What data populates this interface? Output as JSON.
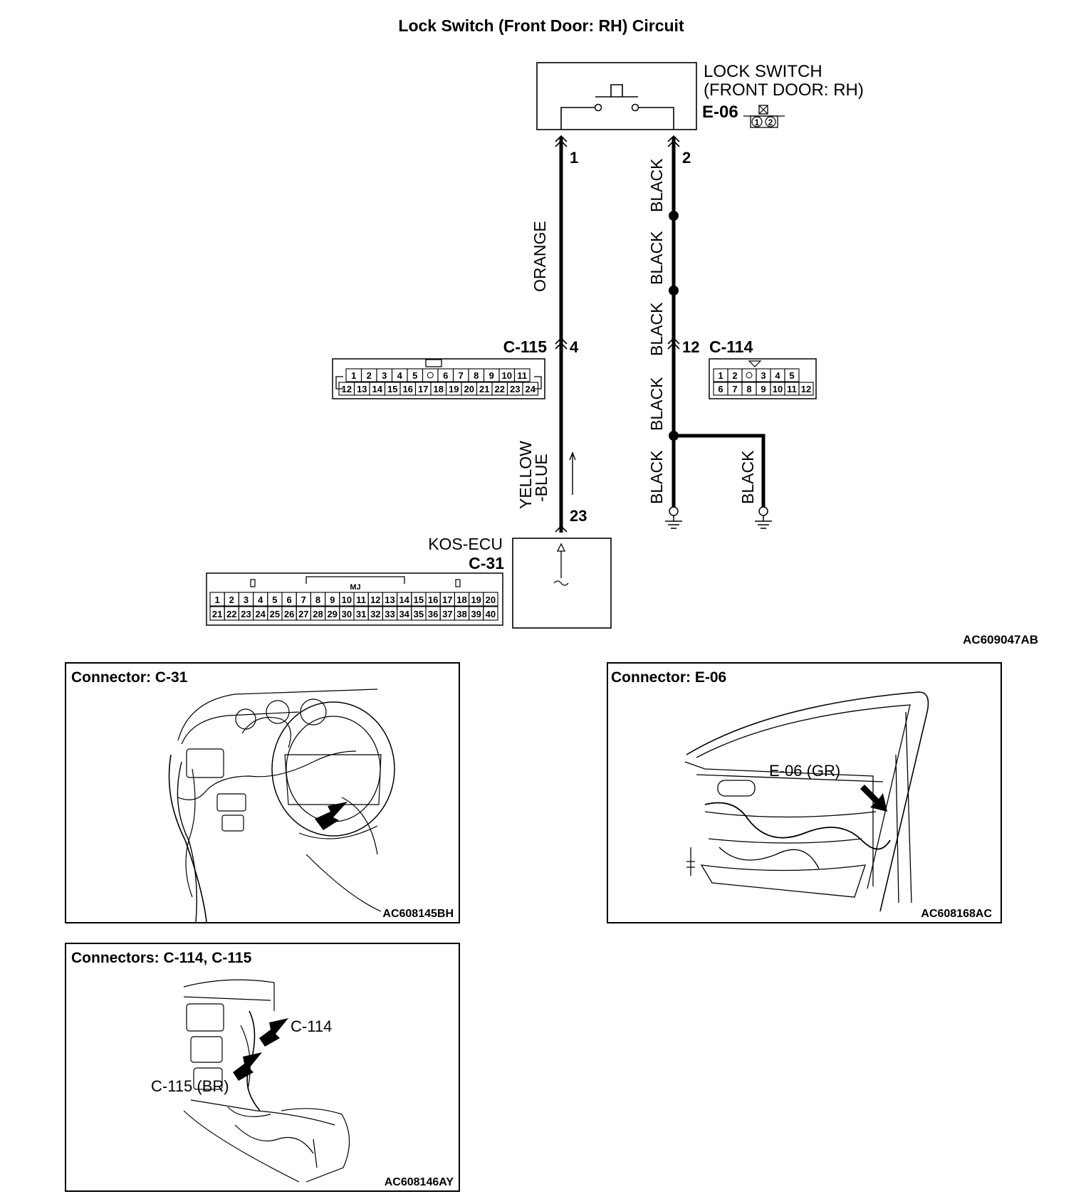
{
  "title": "Lock Switch (Front Door: RH) Circuit",
  "lock_switch": {
    "name_line1": "LOCK SWITCH",
    "name_line2": "(FRONT DOOR: RH)",
    "connector": "E-06",
    "pin_left": "1",
    "pin_right": "2",
    "connector_pins": [
      "1",
      "2"
    ]
  },
  "wires": {
    "orange": "ORANGE",
    "yellow_blue_line1": "YELLOW",
    "yellow_blue_line2": "-BLUE",
    "black": "BLACK"
  },
  "connectors": {
    "c115": {
      "name": "C-115",
      "pin": "4",
      "row1": [
        "1",
        "2",
        "3",
        "4",
        "5",
        "",
        "6",
        "7",
        "8",
        "9",
        "10",
        "11"
      ],
      "row2": [
        "12",
        "13",
        "14",
        "15",
        "16",
        "17",
        "18",
        "19",
        "20",
        "21",
        "22",
        "23",
        "24"
      ]
    },
    "c114": {
      "name": "C-114",
      "pin": "12",
      "row1": [
        "1",
        "2",
        "",
        "3",
        "4",
        "5"
      ],
      "row2": [
        "6",
        "7",
        "8",
        "9",
        "10",
        "11",
        "12"
      ]
    },
    "c31": {
      "ecu_name": "KOS-ECU",
      "name": "C-31",
      "pin": "23",
      "tag": "MJ",
      "row1": [
        "1",
        "2",
        "3",
        "4",
        "5",
        "6",
        "7",
        "8",
        "9",
        "10",
        "11",
        "12",
        "13",
        "14",
        "15",
        "16",
        "17",
        "18",
        "19",
        "20"
      ],
      "row2": [
        "21",
        "22",
        "23",
        "24",
        "25",
        "26",
        "27",
        "28",
        "29",
        "30",
        "31",
        "32",
        "33",
        "34",
        "35",
        "36",
        "37",
        "38",
        "39",
        "40"
      ]
    }
  },
  "diagram_code": "AC609047AB",
  "panels": {
    "c31": {
      "title": "Connector: C-31",
      "code": "AC608145BH"
    },
    "e06": {
      "title": "Connector: E-06",
      "code": "AC608168AC",
      "label": "E-06 (GR)"
    },
    "c114_c115": {
      "title": "Connectors: C-114, C-115",
      "code": "AC608146AY",
      "label_c114": "C-114",
      "label_c115": "C-115 (BR)"
    }
  }
}
